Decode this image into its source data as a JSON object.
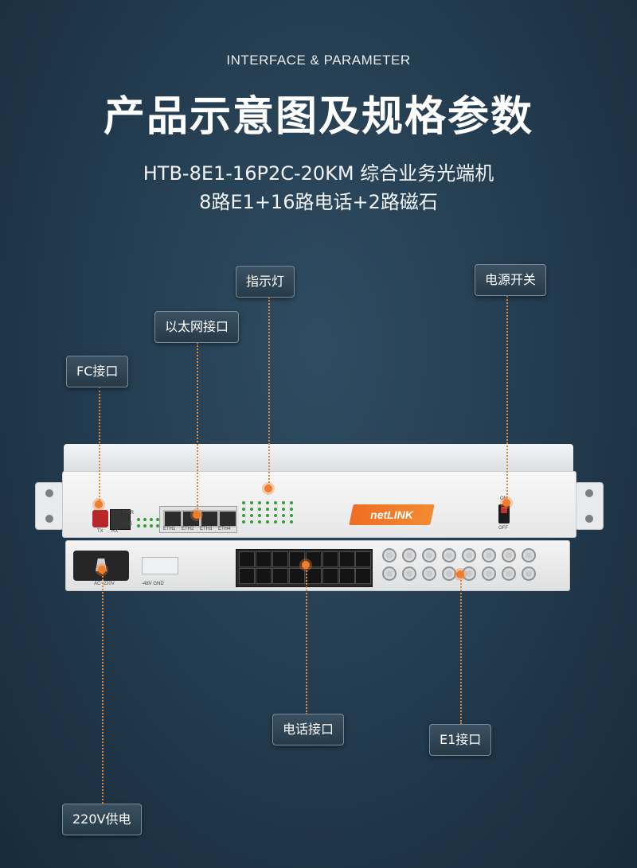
{
  "header": {
    "eyebrow": "INTERFACE & PARAMETER",
    "title": "产品示意图及规格参数",
    "model_line": "HTB-8E1-16P2C-20KM 综合业务光端机",
    "spec_line": "8路E1+16路电话+2路磁石"
  },
  "callouts": {
    "indicator": "指示灯",
    "power_switch": "电源开关",
    "ethernet": "以太网接口",
    "fc": "FC接口",
    "phone": "电话接口",
    "e1": "E1接口",
    "power_supply": "220V供电"
  },
  "device": {
    "brand": "netLINK",
    "fc_tx": "TX",
    "fc_rx": "RX",
    "led_pwr": "PWR",
    "led_los": "LOS",
    "eth_labels": [
      "ETH1",
      "ETH2",
      "ETH3",
      "ETH4"
    ],
    "switch_on": "ON",
    "switch_off": "OFF",
    "ac_label": "AC~220V",
    "dc_label": "-48V GND"
  },
  "colors": {
    "background": "#223a4d",
    "accent": "#ef7d2b",
    "brand": "#ef6d23"
  }
}
